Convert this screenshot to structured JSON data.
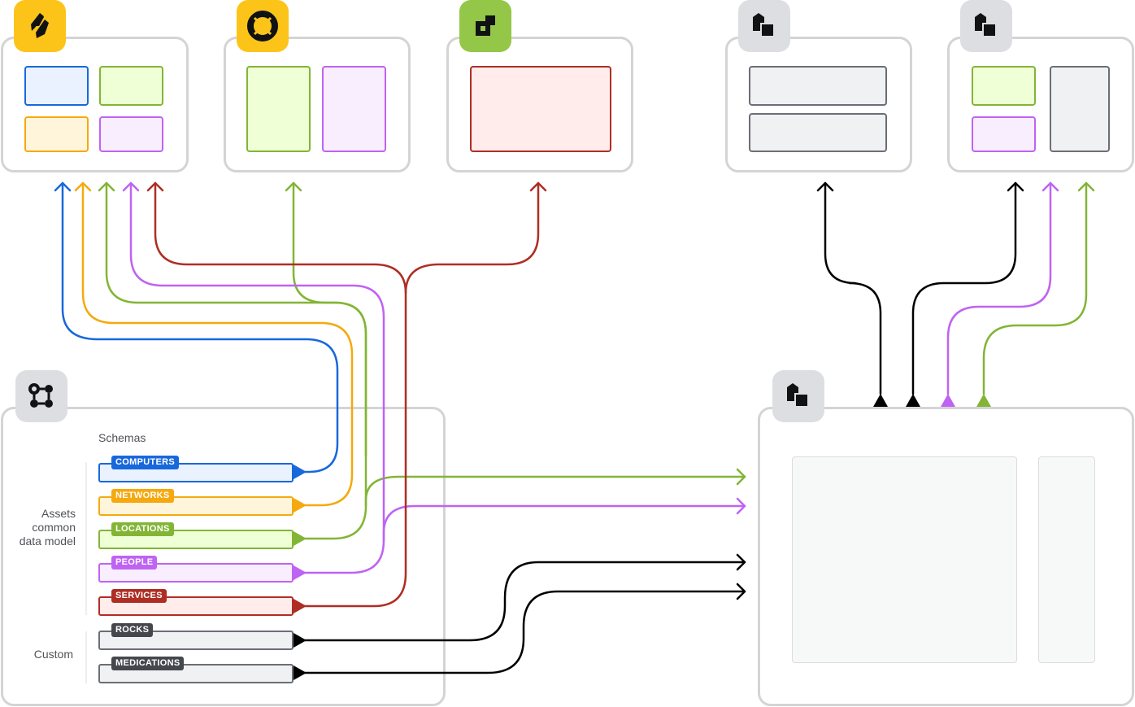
{
  "colors": {
    "blue": "#1868db",
    "orange": "#f5a90f",
    "green": "#82b536",
    "purple": "#bf63f3",
    "red": "#ae2e24",
    "black": "#000000",
    "gray": "#505258",
    "yellow_badge": "#fcc419",
    "green_badge": "#94c748",
    "gray_badge": "#dddee1"
  },
  "apps_top": [
    {
      "name": "jira",
      "icon": "jira-icon"
    },
    {
      "name": "jira-service-management",
      "icon": "lifebuoy-icon"
    },
    {
      "name": "compass",
      "icon": "compass-pixel-icon"
    },
    {
      "name": "third-party-app-1",
      "icon": "cubes-icon"
    },
    {
      "name": "third-party-app-2",
      "icon": "cubes-icon"
    }
  ],
  "data_model": {
    "icon": "schema-graph-icon",
    "schemas_heading": "Schemas",
    "group_assets": "Assets common data model",
    "group_custom": "Custom",
    "schemas": [
      {
        "label": "COMPUTERS",
        "color": "blue"
      },
      {
        "label": "NETWORKS",
        "color": "orange"
      },
      {
        "label": "LOCATIONS",
        "color": "green"
      },
      {
        "label": "PEOPLE",
        "color": "purple"
      },
      {
        "label": "SERVICES",
        "color": "red"
      },
      {
        "label": "ROCKS",
        "color": "gray"
      },
      {
        "label": "MEDICATIONS",
        "color": "gray"
      }
    ]
  },
  "destination": {
    "icon": "cubes-icon"
  }
}
